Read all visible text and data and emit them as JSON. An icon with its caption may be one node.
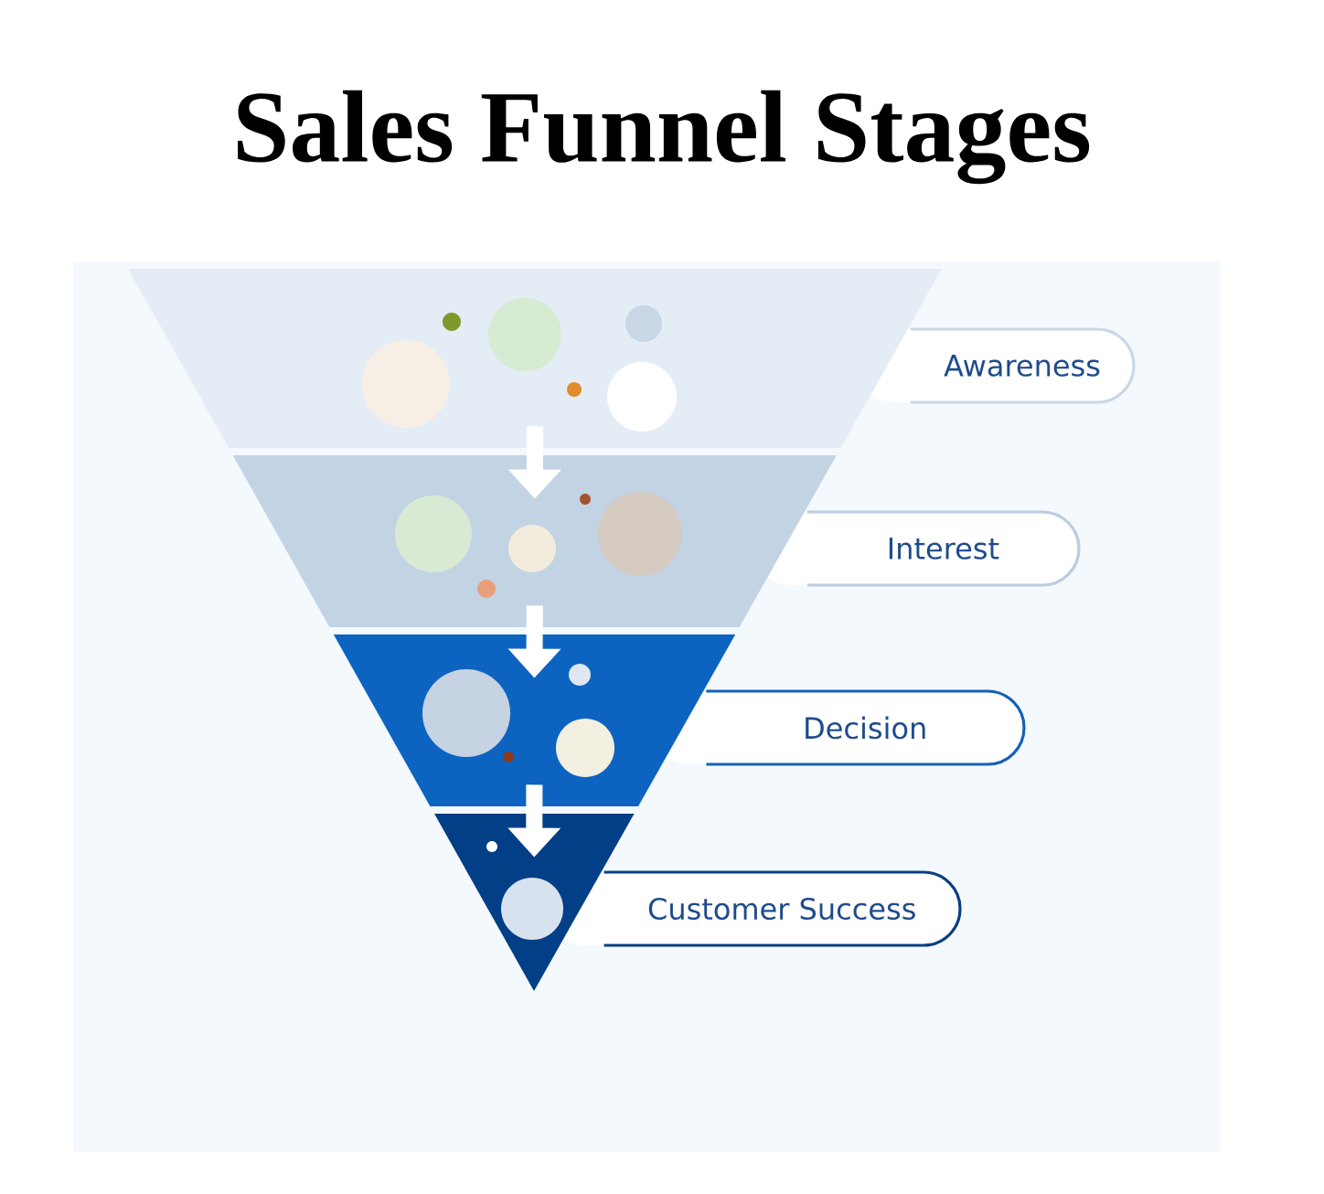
{
  "diagram": {
    "title": "Sales Funnel Stages",
    "nodes": [
      {
        "text": [],
        "shape": "band"
      },
      {
        "text": [],
        "shape": "band"
      },
      {
        "text": [],
        "shape": "band"
      },
      {
        "text": [],
        "shape": "band"
      },
      {
        "text": [
          "Awareness"
        ]
      },
      {
        "text": [
          "Interest"
        ]
      },
      {
        "text": [
          "Decision"
        ]
      },
      {
        "text": [
          "Customer Success"
        ]
      }
    ],
    "edges": [
      {
        "from": 0,
        "to": 1,
        "arrow": "to"
      },
      {
        "from": 1,
        "to": 2,
        "arrow": "to"
      },
      {
        "from": 2,
        "to": 3,
        "arrow": "to"
      }
    ]
  }
}
